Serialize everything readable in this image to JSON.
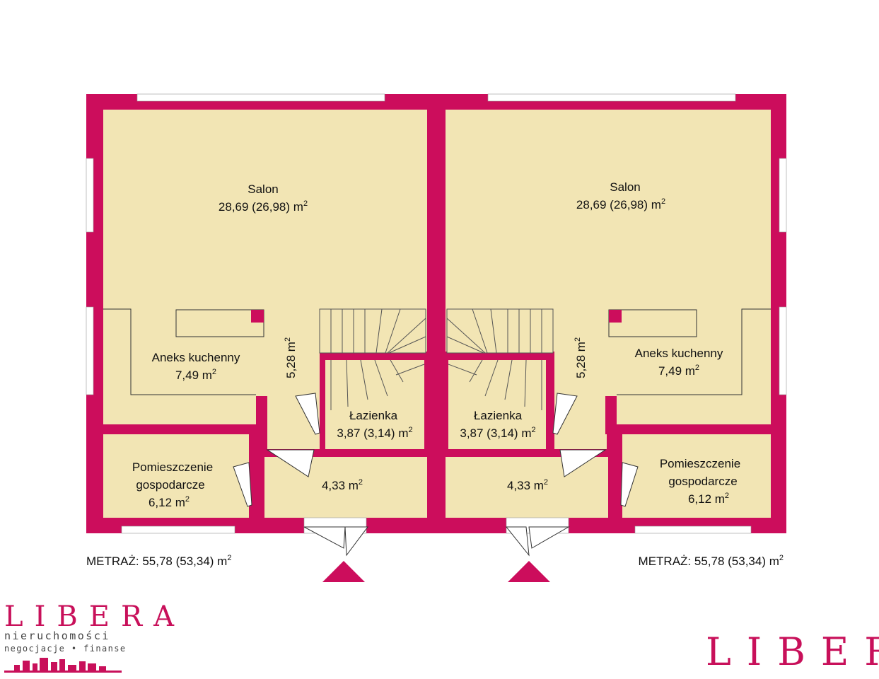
{
  "colors": {
    "wall": "#cc0d5c",
    "floor": "#f2e5b4",
    "stair_line": "#555555",
    "window": "#ffffff",
    "brand": "#c8105a"
  },
  "left_unit": {
    "salon": {
      "name": "Salon",
      "area": "28,69 (26,98) m",
      "sup": "2"
    },
    "kitchen": {
      "name": "Aneks kuchenny",
      "area": "7,49 m",
      "sup": "2"
    },
    "dimension": {
      "text": "5,28 m",
      "sup": "2"
    },
    "bathroom": {
      "name": "Łazienka",
      "area": "3,87 (3,14) m",
      "sup": "2"
    },
    "utility": {
      "line1": "Pomieszczenie",
      "line2": "gospodarcze",
      "area": "6,12 m",
      "sup": "2"
    },
    "hall": {
      "area": "4,33 m",
      "sup": "2"
    },
    "total": {
      "text": "METRAŻ: 55,78 (53,34) m",
      "sup": "2"
    }
  },
  "right_unit": {
    "salon": {
      "name": "Salon",
      "area": "28,69 (26,98) m",
      "sup": "2"
    },
    "kitchen": {
      "name": "Aneks kuchenny",
      "area": "7,49 m",
      "sup": "2"
    },
    "dimension": {
      "text": "5,28 m",
      "sup": "2"
    },
    "bathroom": {
      "name": "Łazienka",
      "area": "3,87 (3,14) m",
      "sup": "2"
    },
    "utility": {
      "line1": "Pomieszczenie",
      "line2": "gospodarcze",
      "area": "6,12 m",
      "sup": "2"
    },
    "hall": {
      "area": "4,33 m",
      "sup": "2"
    },
    "total": {
      "text": "METRAŻ: 55,78 (53,34) m",
      "sup": "2"
    }
  },
  "logo_left": {
    "brand": "LIBERA",
    "line1": "nieruchomości",
    "line2": "negocjacje • finanse"
  },
  "logo_right": {
    "brand": "LIBERA"
  }
}
